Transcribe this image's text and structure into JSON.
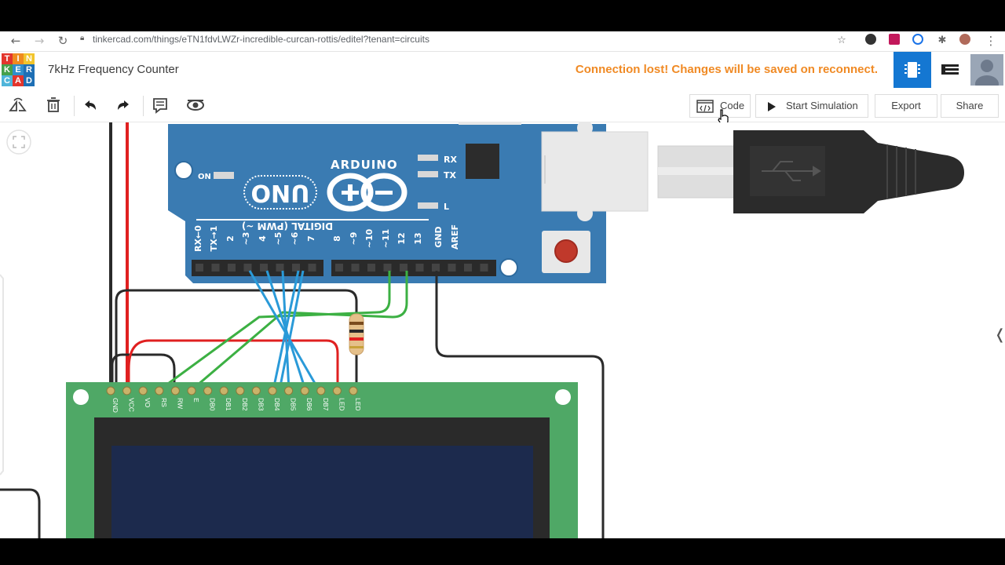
{
  "browser": {
    "url": "tinkercad.com/things/eTN1fdvLWZr-incredible-curcan-rottis/editel?tenant=circuits",
    "back_icon": "arrow-left-icon",
    "forward_icon": "arrow-right-icon",
    "reload_icon": "reload-icon"
  },
  "header": {
    "logo_letters": [
      "T",
      "I",
      "N",
      "K",
      "E",
      "R",
      "C",
      "A",
      "D"
    ],
    "logo_colors": [
      "#e3352c",
      "#ef8b1e",
      "#f2c52c",
      "#46a04a",
      "#2f8ecb",
      "#1e6fb5",
      "#4fb5da",
      "#e3352c",
      "#1e6fb5"
    ],
    "project_title": "7kHz Frequency Counter",
    "connection_message": "Connection lost! Changes will be saved on reconnect."
  },
  "toolbar": {
    "code_label": "Code",
    "start_simulation_label": "Start Simulation",
    "export_label": "Export",
    "share_label": "Share"
  },
  "arduino": {
    "brand": "ARDUINO",
    "model": "UNO",
    "on_label": "ON",
    "rx_label": "RX",
    "tx_label": "TX",
    "l_label": "L",
    "digital_label": "DIGITAL (PWM ~)",
    "aref_label": "AREF",
    "gnd_label": "GND",
    "pin_labels": [
      "RX←0",
      "TX→1",
      "2",
      "~3",
      "4",
      "~5",
      "~6",
      "7",
      "8",
      "~9",
      "~10",
      "~11",
      "12",
      "13"
    ]
  },
  "lcd": {
    "pin_labels": [
      "GND",
      "VCC",
      "VO",
      "RS",
      "RW",
      "E",
      "DB0",
      "DB1",
      "DB2",
      "DB3",
      "DB4",
      "DB5",
      "DB6",
      "DB7",
      "LED",
      "LED"
    ]
  },
  "colors": {
    "accent_blue": "#1477d2",
    "warning_orange": "#f08a24",
    "arduino_blue": "#3a7bb2",
    "lcd_green": "#4fa866",
    "lcd_screen": "#1c2a4d",
    "wire_red": "#e02020",
    "wire_green": "#3cb043",
    "wire_blue": "#2a9ad8",
    "wire_black": "#2a2a2a"
  }
}
